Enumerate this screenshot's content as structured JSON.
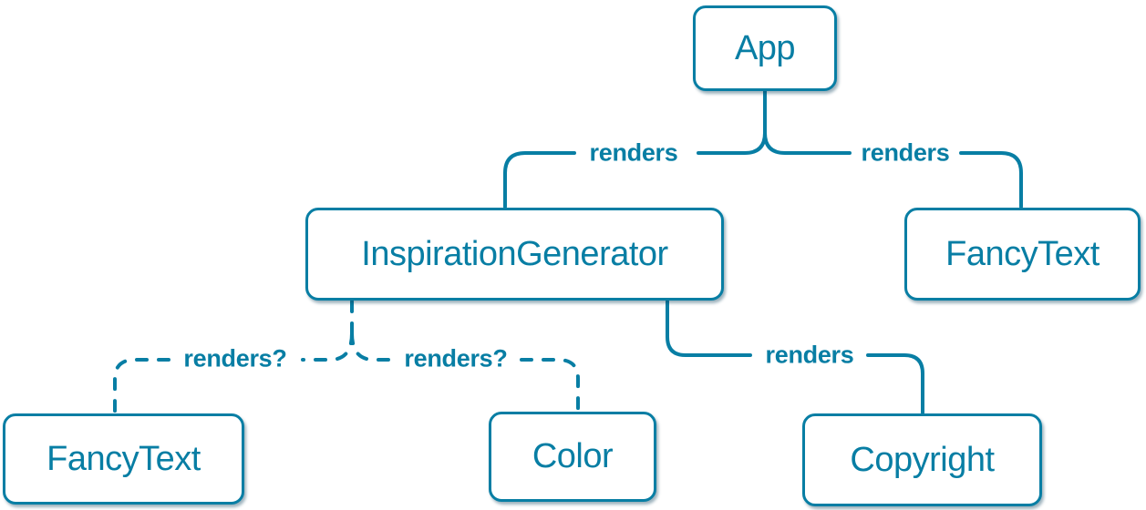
{
  "diagram": {
    "kind": "react-component-render-tree",
    "accent_color": "#087ea4",
    "background_color": "#ffffff",
    "nodes": [
      {
        "id": "app",
        "label": "App"
      },
      {
        "id": "inspiration-generator",
        "label": "InspirationGenerator"
      },
      {
        "id": "fancy-text-top",
        "label": "FancyText"
      },
      {
        "id": "fancy-text-bottom",
        "label": "FancyText"
      },
      {
        "id": "color",
        "label": "Color"
      },
      {
        "id": "copyright",
        "label": "Copyright"
      }
    ],
    "edges": [
      {
        "from": "App",
        "to": "InspirationGenerator",
        "label": "renders",
        "style": "solid"
      },
      {
        "from": "App",
        "to": "FancyText",
        "label": "renders",
        "style": "solid"
      },
      {
        "from": "InspirationGenerator",
        "to": "FancyText",
        "label": "renders?",
        "style": "dashed"
      },
      {
        "from": "InspirationGenerator",
        "to": "Color",
        "label": "renders?",
        "style": "dashed"
      },
      {
        "from": "InspirationGenerator",
        "to": "Copyright",
        "label": "renders",
        "style": "solid"
      }
    ]
  }
}
